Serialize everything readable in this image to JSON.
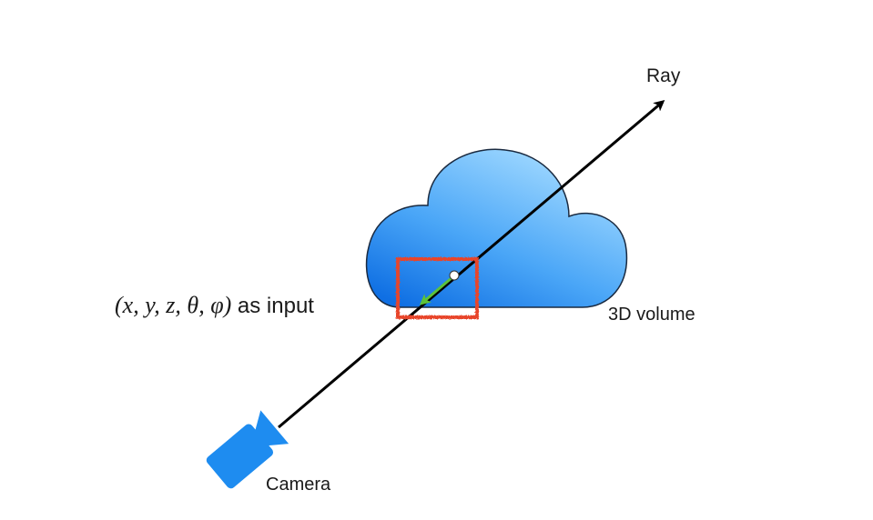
{
  "labels": {
    "ray": "Ray",
    "volume": "3D volume",
    "camera": "Camera",
    "input_math": "(x, y, z, θ, φ)",
    "input_suffix": " as input"
  },
  "colors": {
    "cloud_light": "#8fd0ff",
    "cloud_dark": "#1478e8",
    "camera": "#1e8cf0",
    "ray": "#000000",
    "direction_arrow": "#5cc23a",
    "highlight_box": "#e8442a",
    "sample_point": "#ffffff"
  },
  "icons": {
    "cloud": "cloud-icon",
    "camera": "video-camera-icon"
  }
}
